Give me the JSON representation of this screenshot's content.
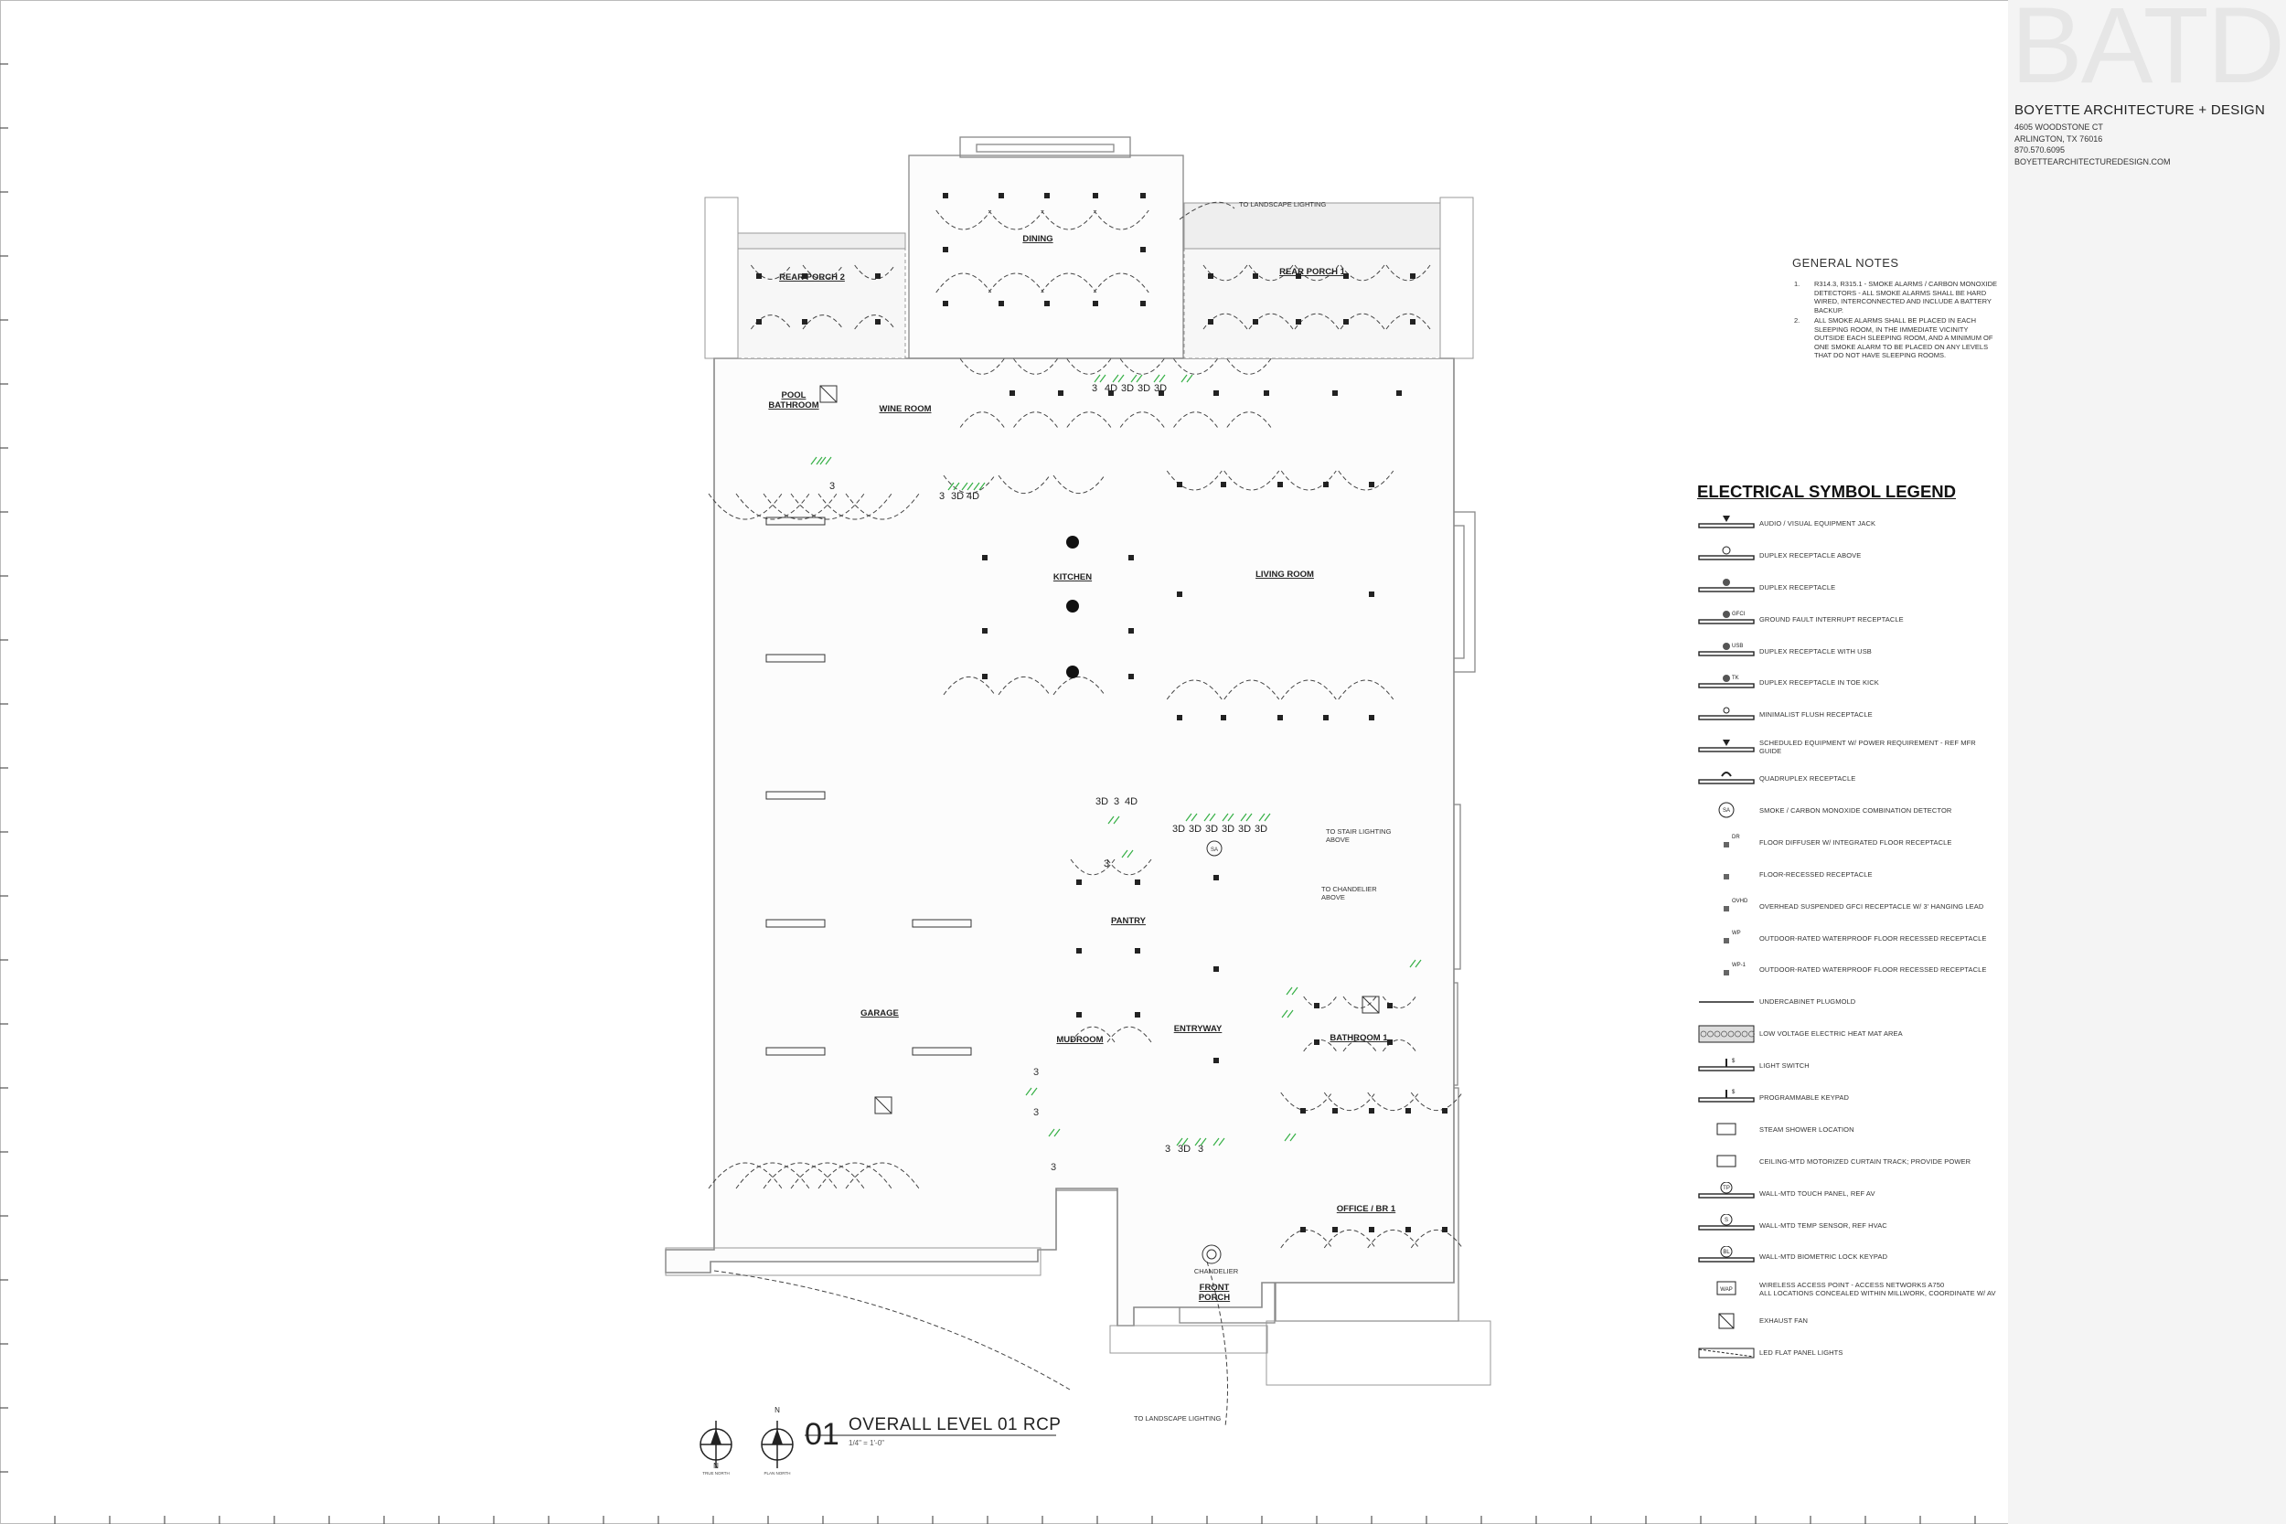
{
  "firm": {
    "logo": "BATD",
    "name": "BOYETTE ARCHITECTURE + DESIGN",
    "address": [
      "4605 WOODSTONE CT",
      "ARLINGTON, TX 76016",
      "870.570.6095",
      "BOYETTEARCHITECTUREDESIGN.COM"
    ]
  },
  "general_notes": {
    "title": "GENERAL NOTES",
    "items": [
      {
        "num": "1.",
        "text": "R314.3, R315.1 - SMOKE ALARMS / CARBON MONOXIDE DETECTORS - ALL SMOKE ALARMS SHALL BE HARD WIRED, INTERCONNECTED AND INCLUDE A BATTERY BACKUP."
      },
      {
        "num": "2.",
        "text": "ALL SMOKE ALARMS SHALL BE PLACED IN EACH SLEEPING ROOM, IN THE IMMEDIATE VICINITY OUTSIDE EACH SLEEPING ROOM, AND A MINIMUM OF ONE SMOKE ALARM TO BE PLACED ON ANY LEVELS THAT DO NOT HAVE SLEEPING ROOMS."
      }
    ]
  },
  "legend": {
    "title": "ELECTRICAL SYMBOL LEGEND",
    "items": [
      {
        "icon": "av-jack-icon",
        "label": "AUDIO / VISUAL EQUIPMENT JACK"
      },
      {
        "icon": "duplex-above-icon",
        "label": "DUPLEX RECEPTACLE ABOVE"
      },
      {
        "icon": "duplex-icon",
        "label": "DUPLEX RECEPTACLE"
      },
      {
        "icon": "gfci-icon",
        "tag": "GFCI",
        "label": "GROUND FAULT INTERRUPT RECEPTACLE"
      },
      {
        "icon": "usb-icon",
        "tag": "USB",
        "label": "DUPLEX RECEPTACLE WITH USB"
      },
      {
        "icon": "toe-kick-icon",
        "tag": "TK",
        "label": "DUPLEX RECEPTACLE IN TOE KICK"
      },
      {
        "icon": "flush-icon",
        "label": "MINIMALIST FLUSH RECEPTACLE"
      },
      {
        "icon": "scheduled-icon",
        "label": "SCHEDULED EQUIPMENT W/ POWER REQUIREMENT - REF MFR GUIDE"
      },
      {
        "icon": "quadruplex-icon",
        "label": "QUADRUPLEX RECEPTACLE"
      },
      {
        "icon": "smoke-detector-icon",
        "tag": "SA",
        "label": "SMOKE / CARBON MONOXIDE COMBINATION DETECTOR"
      },
      {
        "icon": "floor-diffuser-icon",
        "tag": "DR",
        "label": "FLOOR DIFFUSER W/ INTEGRATED FLOOR RECEPTACLE"
      },
      {
        "icon": "floor-recessed-icon",
        "label": "FLOOR-RECESSED RECEPTACLE"
      },
      {
        "icon": "overhead-icon",
        "tag": "OVHD",
        "label": "OVERHEAD SUSPENDED GFCI RECEPTACLE W/ 3' HANGING LEAD"
      },
      {
        "icon": "wp-icon",
        "tag": "WP",
        "label": "OUTDOOR-RATED WATERPROOF FLOOR RECESSED RECEPTACLE"
      },
      {
        "icon": "wp1-icon",
        "tag": "WP-1",
        "label": "OUTDOOR-RATED WATERPROOF FLOOR RECESSED RECEPTACLE"
      },
      {
        "icon": "plugmold-icon",
        "label": "UNDERCABINET PLUGMOLD"
      },
      {
        "icon": "heat-mat-icon",
        "label": "LOW VOLTAGE ELECTRIC HEAT MAT AREA"
      },
      {
        "icon": "light-switch-icon",
        "tag": "$",
        "label": "LIGHT SWITCH"
      },
      {
        "icon": "keypad-icon",
        "tag": "$",
        "label": "PROGRAMMABLE KEYPAD"
      },
      {
        "icon": "steam-icon",
        "label": "STEAM SHOWER LOCATION"
      },
      {
        "icon": "curtain-track-icon",
        "label": "CEILING-MTD MOTORIZED CURTAIN TRACK; PROVIDE POWER"
      },
      {
        "icon": "touch-panel-icon",
        "tag": "TP",
        "label": "WALL-MTD TOUCH PANEL, REF AV"
      },
      {
        "icon": "temp-sensor-icon",
        "tag": "S",
        "label": "WALL-MTD TEMP SENSOR, REF HVAC"
      },
      {
        "icon": "biometric-icon",
        "tag": "BL",
        "label": "WALL-MTD BIOMETRIC LOCK KEYPAD"
      },
      {
        "icon": "wap-icon",
        "tag": "WAP",
        "label": "WIRELESS ACCESS POINT - ACCESS NETWORKS A750",
        "label2": "ALL LOCATIONS CONCEALED WITHIN MILLWORK, COORDINATE W/ AV"
      },
      {
        "icon": "exhaust-fan-icon",
        "label": "EXHAUST FAN"
      },
      {
        "icon": "led-panel-icon",
        "label": "LED FLAT PANEL LIGHTS"
      }
    ]
  },
  "rooms": {
    "dining": "DINING",
    "rear_porch_2": "REAR PORCH 2",
    "rear_porch_1": "REAR PORCH 1",
    "pool_bathroom": "POOL\nBATHROOM",
    "wine_room": "WINE ROOM",
    "kitchen": "KITCHEN",
    "living_room": "LIVING ROOM",
    "garage": "GARAGE",
    "pantry": "PANTRY",
    "entryway": "ENTRYWAY",
    "mudroom": "MUDROOM",
    "bathroom_1": "BATHROOM 1",
    "office": "OFFICE / BR 1",
    "front_porch": "FRONT\nPORCH"
  },
  "notes": {
    "landscape_top": "TO LANDSCAPE LIGHTING",
    "landscape_bottom": "TO LANDSCAPE LIGHTING",
    "stair": "TO STAIR LIGHTING\nABOVE",
    "chandelier_above": "TO CHANDELIER\nABOVE",
    "chandelier": "CHANDELIER",
    "smoke_tag": "SA"
  },
  "switch_labels": {
    "dining": [
      "3",
      "4D",
      "3D",
      "3D",
      "3D"
    ],
    "wine": [
      "3",
      "3D",
      "4D"
    ],
    "pool": [
      "3"
    ],
    "kitchen_bottom": [
      "3D",
      "3",
      "4D"
    ],
    "living_bottom": [
      "3D",
      "3D",
      "3D",
      "3D",
      "3D",
      "3D"
    ],
    "pantry": [
      "3"
    ],
    "garage": [
      "3",
      "3"
    ],
    "mudroom": [
      "3"
    ],
    "entry_bottom": [
      "3",
      "3D",
      "3"
    ]
  },
  "drawing_title": {
    "number": "01",
    "name": "OVERALL LEVEL 01 RCP",
    "scale": "1/4\" = 1'-0\""
  },
  "north": {
    "true_label": "TRUE NORTH",
    "plan_label": "PLAN NORTH",
    "n": "N"
  }
}
